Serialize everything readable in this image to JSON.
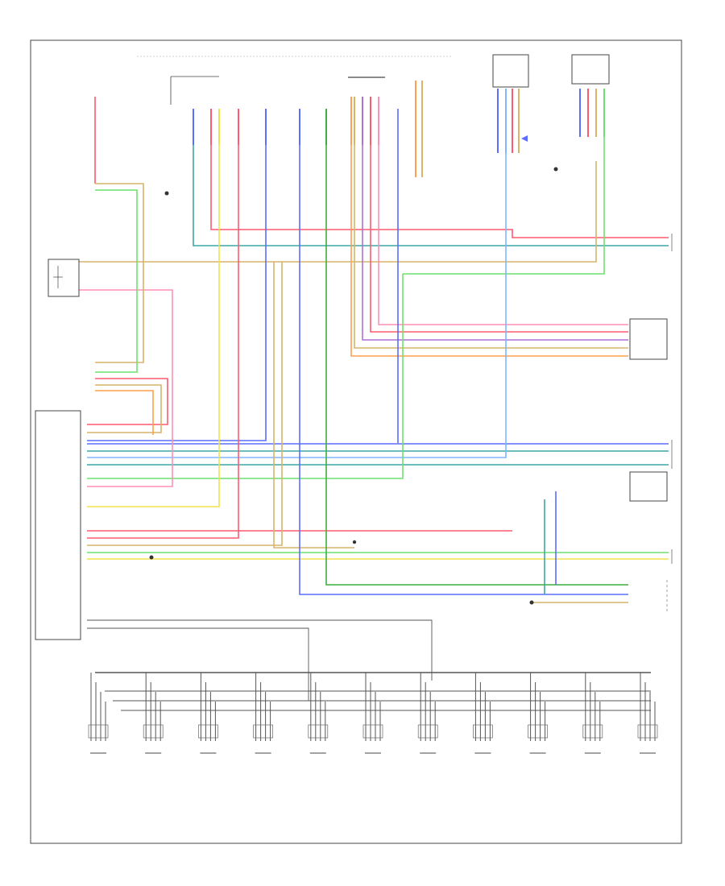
{
  "labels": {
    "page_id": "",
    "engine_control_system": "",
    "hot_feed_top": "",
    "ground_left": ""
  },
  "colors": {
    "background": "#ffffff",
    "frame": "#444444",
    "wire_red": "#ff5a6e",
    "wire_pink": "#ff8fb3",
    "wire_blue": "#5a6eff",
    "wire_yellow": "#f2e24a",
    "wire_green": "#6fe06f",
    "wire_darkgreen": "#3fae3f",
    "wire_teal": "#3fa7a7",
    "wire_tan": "#d9b46a",
    "wire_orange": "#ffa04a",
    "wire_gray": "#8c8c8c",
    "wire_lightblue": "#7fb6ff"
  },
  "components": [
    {
      "id": "fuse-top-left",
      "label": ""
    },
    {
      "id": "fuse-center",
      "label": ""
    },
    {
      "id": "hot-at-all-times",
      "label": ""
    },
    {
      "id": "switch-box",
      "label": ""
    },
    {
      "id": "control-module-upper-right",
      "label": ""
    },
    {
      "id": "module-right-1",
      "label": ""
    },
    {
      "id": "module-right-2",
      "label": ""
    },
    {
      "id": "main-control-module",
      "label": ""
    },
    {
      "id": "airbag-module-left",
      "label": ""
    }
  ],
  "bottom_sensors": [
    {
      "label": ""
    },
    {
      "label": ""
    },
    {
      "label": ""
    },
    {
      "label": ""
    },
    {
      "label": ""
    },
    {
      "label": ""
    },
    {
      "label": ""
    },
    {
      "label": ""
    },
    {
      "label": ""
    },
    {
      "label": ""
    },
    {
      "label": ""
    }
  ]
}
